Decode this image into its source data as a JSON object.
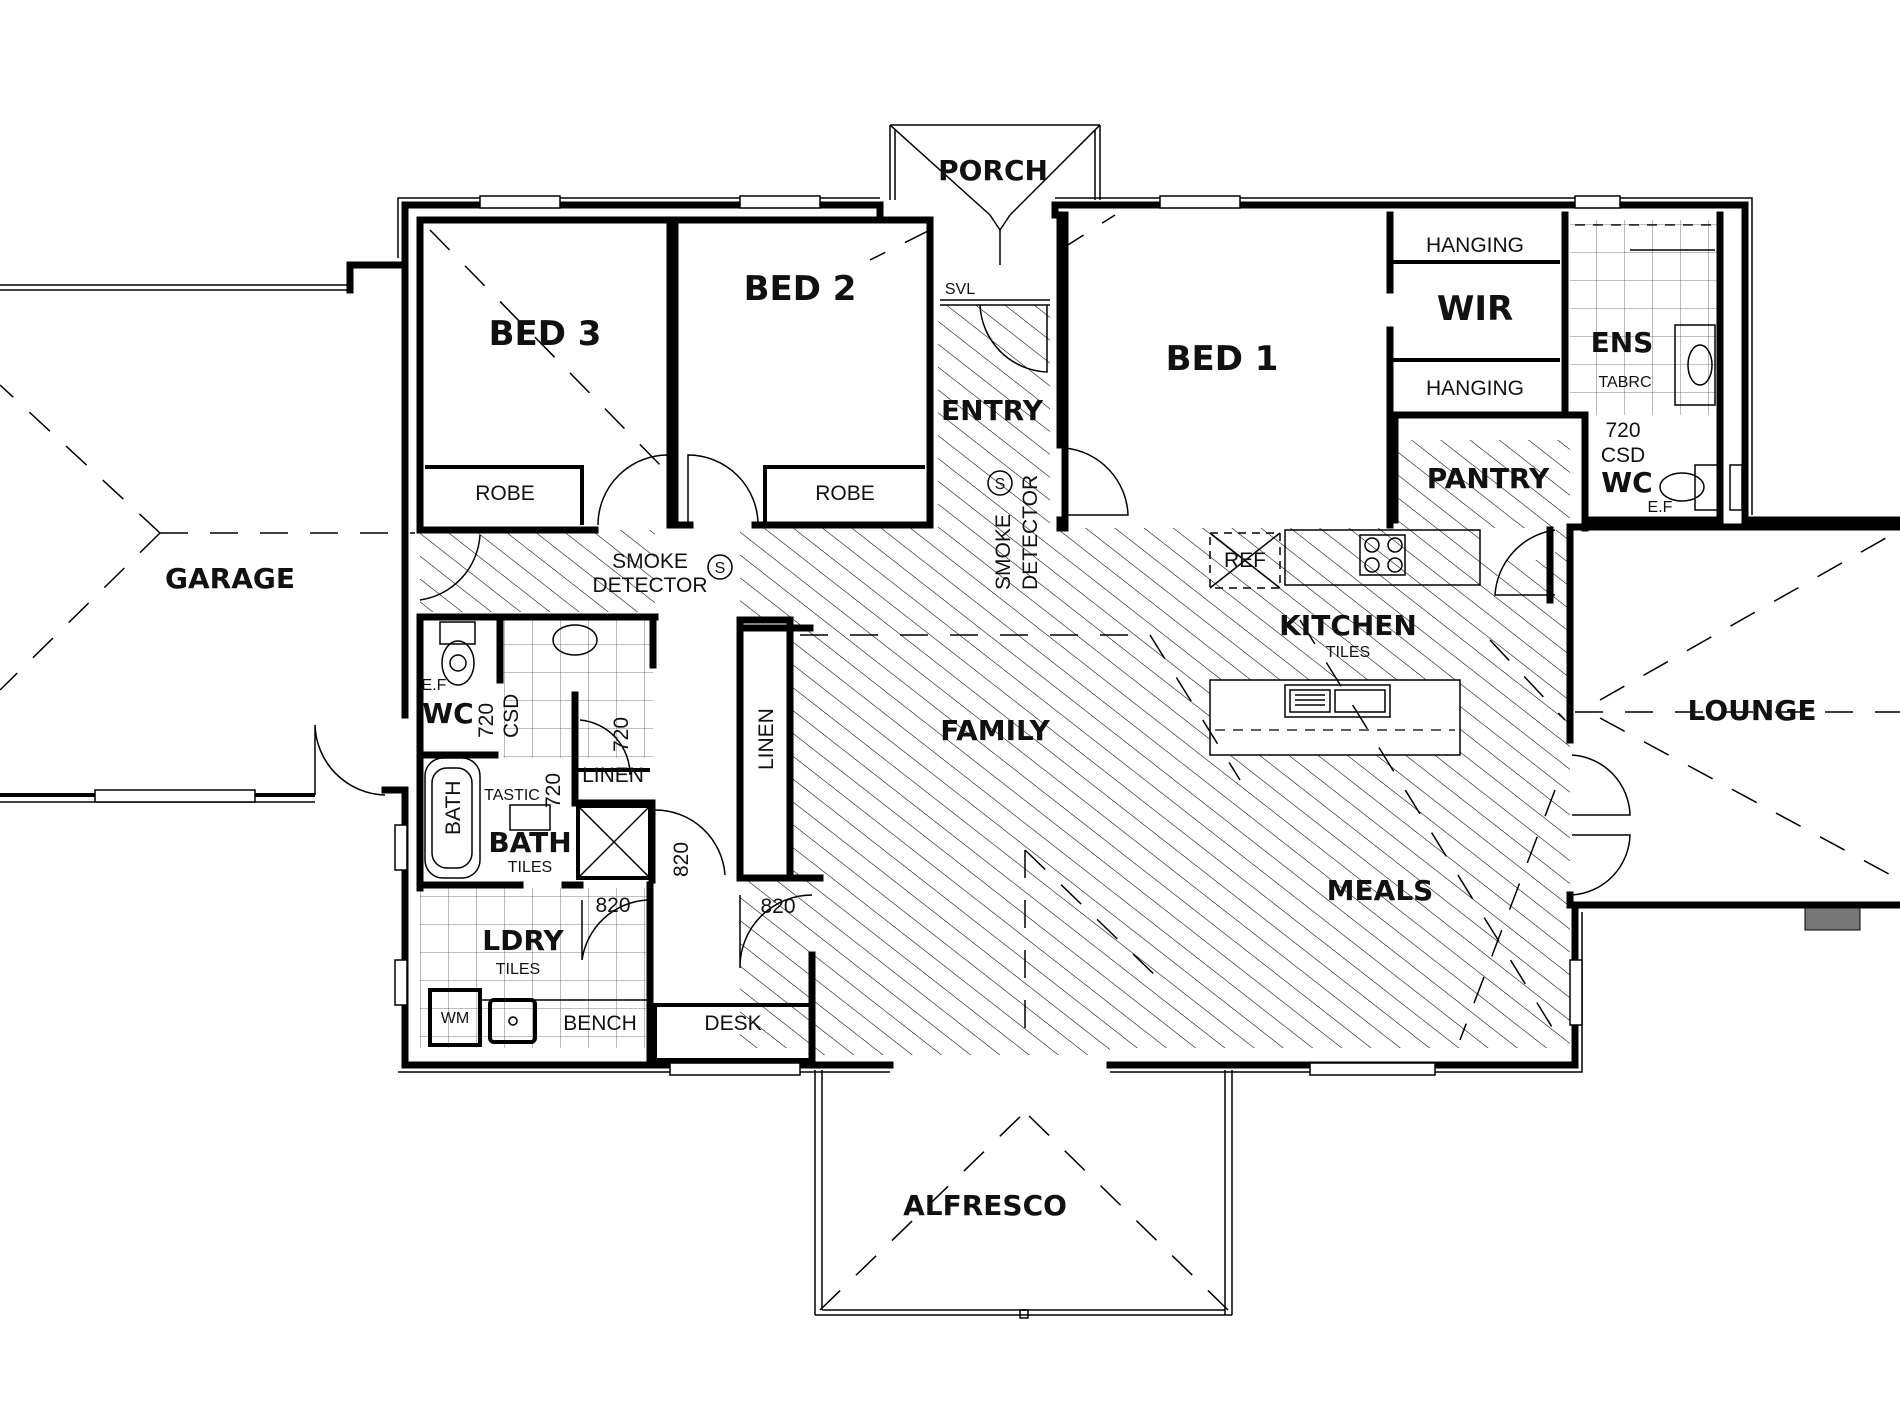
{
  "rooms": {
    "porch": "PORCH",
    "bed3": "BED 3",
    "bed2": "BED 2",
    "bed1": "BED 1",
    "wir": "WIR",
    "ens": "ENS",
    "entry": "ENTRY",
    "garage": "GARAGE",
    "pantry": "PANTRY",
    "wc_ens": "WC",
    "kitchen": "KITCHEN",
    "lounge": "LOUNGE",
    "family": "FAMILY",
    "meals": "MEALS",
    "wc": "WC",
    "bath": "BATH",
    "ldry": "LDRY",
    "alfresco": "ALFRESCO"
  },
  "fixtures": {
    "hanging_top": "HANGING",
    "hanging_bottom": "HANGING",
    "robe_bed3": "ROBE",
    "robe_bed2": "ROBE",
    "svl": "SVL",
    "tabrc": "TABRC",
    "ens_door": "720",
    "ens_csd": "CSD",
    "ens_ef": "E.F",
    "ref": "REF",
    "kitchen_tiles": "TILES",
    "smoke1_symbol": "S",
    "smoke1_a": "SMOKE",
    "smoke1_b": "DETECTOR",
    "smoke2_symbol": "S",
    "smoke2_a": "SMOKE",
    "smoke2_b": "DETECTOR",
    "linen_hall": "LINEN",
    "linen_cupboard": "LINEN",
    "linen_door": "720",
    "wc_ef": "E.F",
    "wc_door": "720",
    "wc_csd": "CSD",
    "bath_tub": "BATH",
    "bath_tastic": "TASTIC",
    "bath_door": "720",
    "bath_tiles": "TILES",
    "bath_door2": "820",
    "ldry_tiles": "TILES",
    "ldry_door": "820",
    "hall_door": "820",
    "wm": "WM",
    "bench": "BENCH",
    "desk": "DESK"
  }
}
